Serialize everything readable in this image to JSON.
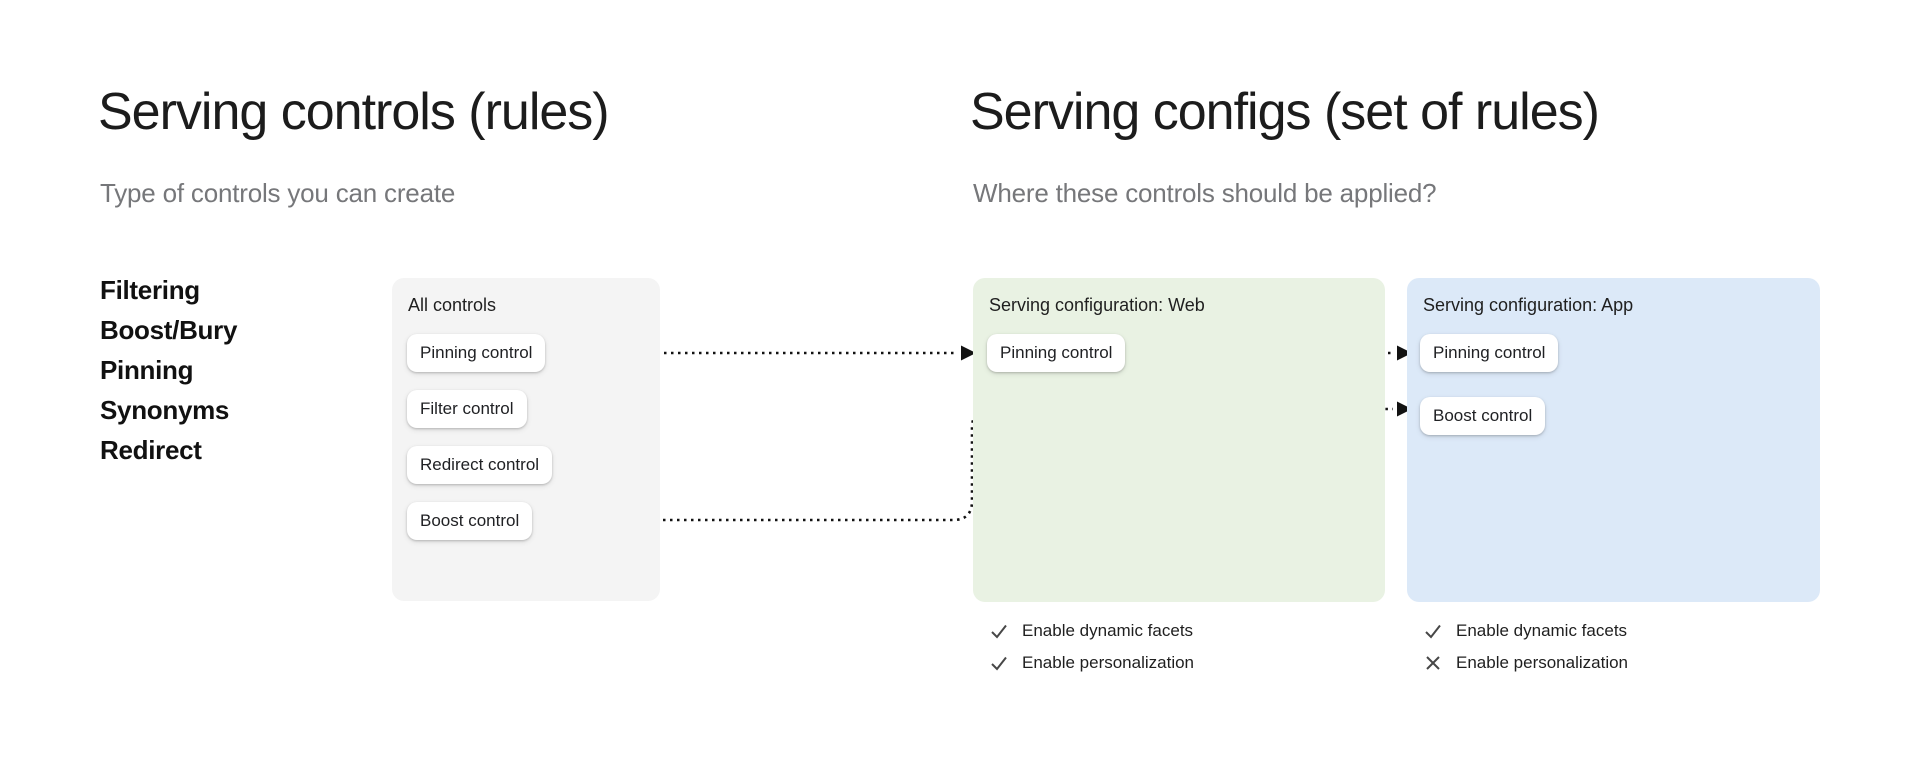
{
  "left_section": {
    "title": "Serving controls (rules)",
    "subtitle": "Type of controls you can create",
    "control_types": [
      "Filtering",
      "Boost/Bury",
      "Pinning",
      "Synonyms",
      "Redirect"
    ]
  },
  "right_section": {
    "title": "Serving configs (set of rules)",
    "subtitle": "Where these controls should be applied?"
  },
  "cards": {
    "all_controls": {
      "label": "All controls",
      "buttons": [
        "Pinning control",
        "Filter control",
        "Redirect control",
        "Boost control"
      ]
    },
    "web": {
      "label": "Serving configuration: Web",
      "buttons": [
        "Pinning control"
      ],
      "settings": [
        {
          "icon": "check",
          "label": "Enable dynamic facets"
        },
        {
          "icon": "check",
          "label": "Enable personalization"
        }
      ]
    },
    "app": {
      "label": "Serving configuration: App",
      "buttons": [
        "Pinning control",
        "Boost control"
      ],
      "settings": [
        {
          "icon": "check",
          "label": "Enable dynamic facets"
        },
        {
          "icon": "cross",
          "label": "Enable personalization"
        }
      ]
    }
  },
  "colors": {
    "all_controls_card_bg": "#f4f4f4",
    "web_card_bg": "#e9f2e3",
    "app_card_bg": "#dce9f8",
    "title_text": "#1c1c1c",
    "subtitle_text": "#76777a",
    "arrow": "#121212",
    "check_icon": "#474747"
  }
}
